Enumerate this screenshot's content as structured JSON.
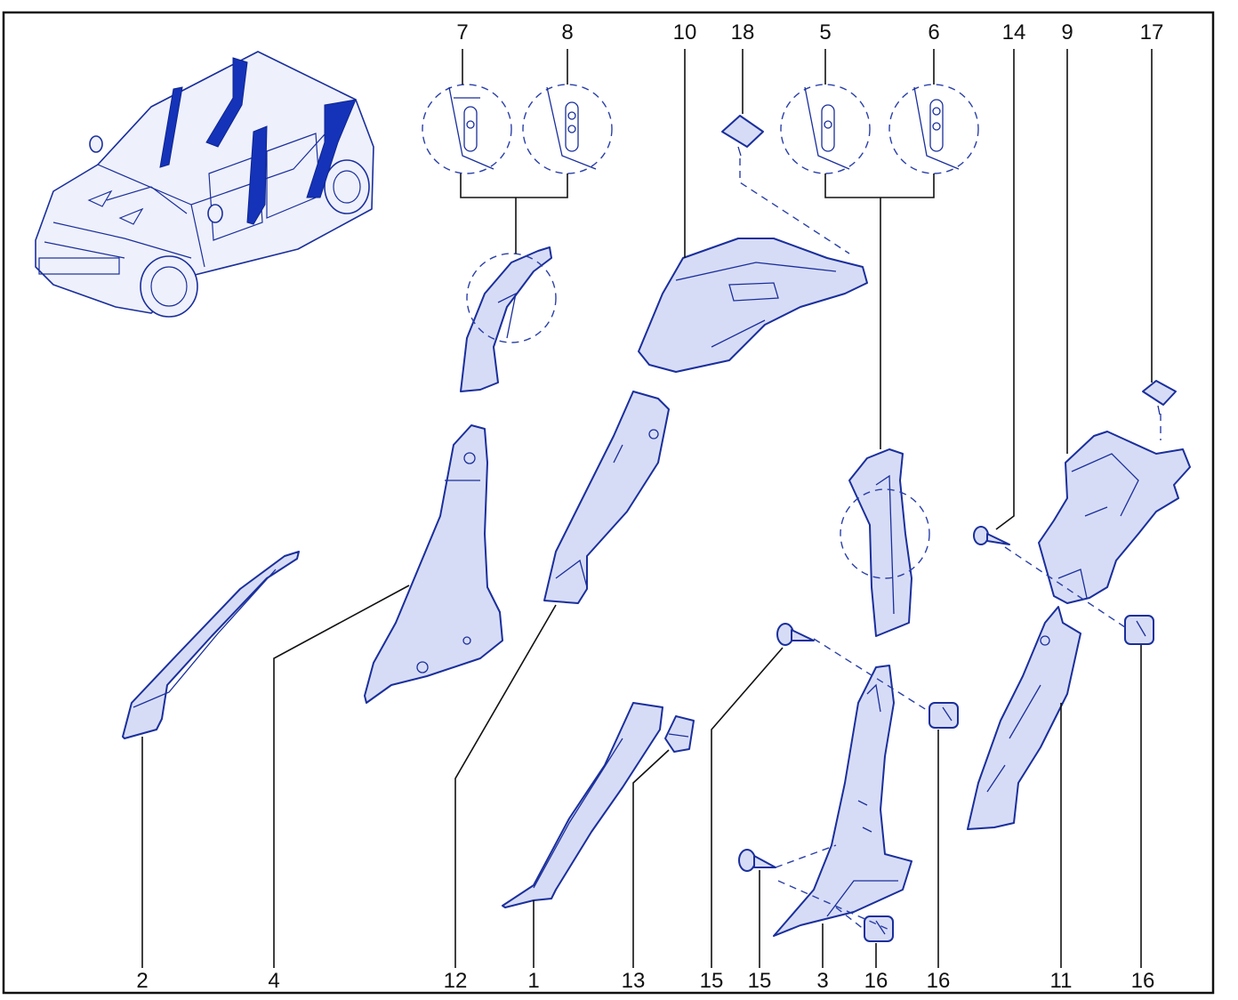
{
  "diagram": {
    "callout_labels": [
      "7",
      "8",
      "10",
      "18",
      "5",
      "6",
      "14",
      "9",
      "17",
      "2",
      "4",
      "12",
      "1",
      "13",
      "15",
      "15",
      "3",
      "16",
      "16",
      "11",
      "16"
    ],
    "colors": {
      "line": "#1a2f9c",
      "fill": "#d7dcf6",
      "highlight": "#1433b8",
      "frame": "#111111",
      "text": "#111111"
    },
    "icons": [
      "car-overview-illustration",
      "detail-magnifier-circle",
      "clip-fastener",
      "screw-fastener"
    ]
  }
}
